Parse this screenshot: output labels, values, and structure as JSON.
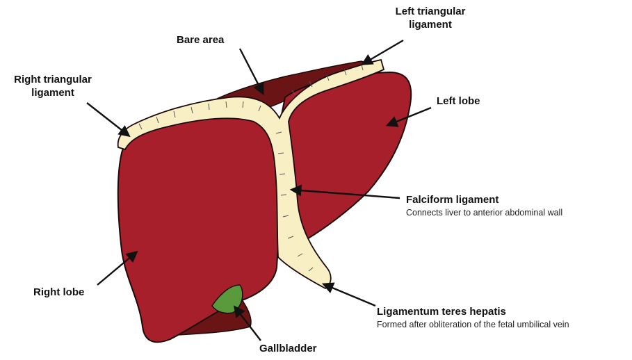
{
  "colors": {
    "lobe": "#a71f2a",
    "lobe_stroke": "#1a0a0a",
    "bare_area": "#6b1416",
    "ligament": "#f8efc4",
    "gallbladder": "#5a9a3c",
    "text": "#111111"
  },
  "labels": {
    "left_triangular_line1": "Left triangular",
    "left_triangular_line2": "ligament",
    "bare_area": "Bare area",
    "right_triangular_line1": "Right triangular",
    "right_triangular_line2": "ligament",
    "left_lobe": "Left lobe",
    "falciform_title": "Falciform ligament",
    "falciform_desc": "Connects liver to anterior abdominal wall",
    "right_lobe": "Right lobe",
    "teres_title": "Ligamentum teres hepatis",
    "teres_desc": "Formed after obliteration of the fetal umbilical vein",
    "gallbladder": "Gallbladder"
  }
}
